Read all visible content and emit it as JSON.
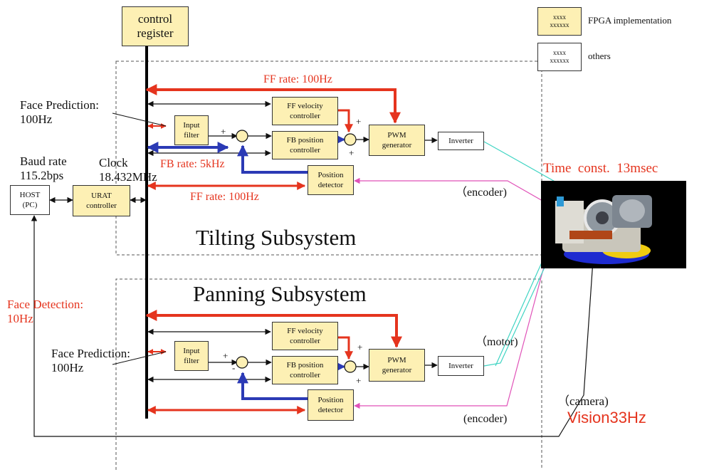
{
  "legend": {
    "fpga_box": [
      "xxxx",
      "xxxxxx"
    ],
    "fpga_label": "FPGA implementation",
    "other_box": [
      "xxxx",
      "xxxxxx"
    ],
    "other_label": "others"
  },
  "control_register": [
    "control",
    "register"
  ],
  "host": [
    "HOST",
    "(PC)"
  ],
  "urat": [
    "URAT",
    "controller"
  ],
  "baud_rate": [
    "Baud rate",
    "115.2bps"
  ],
  "clock": [
    "Clock",
    "18.432MHz"
  ],
  "face_detection": [
    "Face Detection:",
    "10Hz"
  ],
  "tilting": {
    "title": "Tilting Subsystem",
    "face_prediction": [
      "Face Prediction:",
      "100Hz"
    ],
    "ff_rate_top": "FF rate: 100Hz",
    "fb_rate": "FB rate: 5kHz",
    "ff_rate_bottom": "FF rate: 100Hz",
    "input_filter": [
      "Input",
      "filter"
    ],
    "ff_velocity": [
      "FF velocity",
      "controller"
    ],
    "fb_position": [
      "FB position",
      "controller"
    ],
    "pwm": [
      "PWM",
      "generator"
    ],
    "inverter": "Inverter",
    "position_detector": [
      "Position",
      "detector"
    ],
    "encoder": "（encoder)"
  },
  "panning": {
    "title": "Panning Subsystem",
    "face_prediction": [
      "Face Prediction:",
      "100Hz"
    ],
    "input_filter": [
      "Input",
      "filter"
    ],
    "ff_velocity": [
      "FF velocity",
      "controller"
    ],
    "fb_position": [
      "FB position",
      "controller"
    ],
    "pwm": [
      "PWM",
      "generator"
    ],
    "inverter": "Inverter",
    "position_detector": [
      "Position",
      "detector"
    ],
    "motor": "（motor)",
    "encoder": "(encoder)"
  },
  "time_const": "Time  const.  13msec",
  "camera": "（camera)",
  "vision": "Vision33Hz",
  "colors": {
    "ff": "#e5341e",
    "fb": "#2b3ab5",
    "box": "#fdf0b4",
    "cyan": "#3fd4c3",
    "magenta": "#e052b8"
  }
}
